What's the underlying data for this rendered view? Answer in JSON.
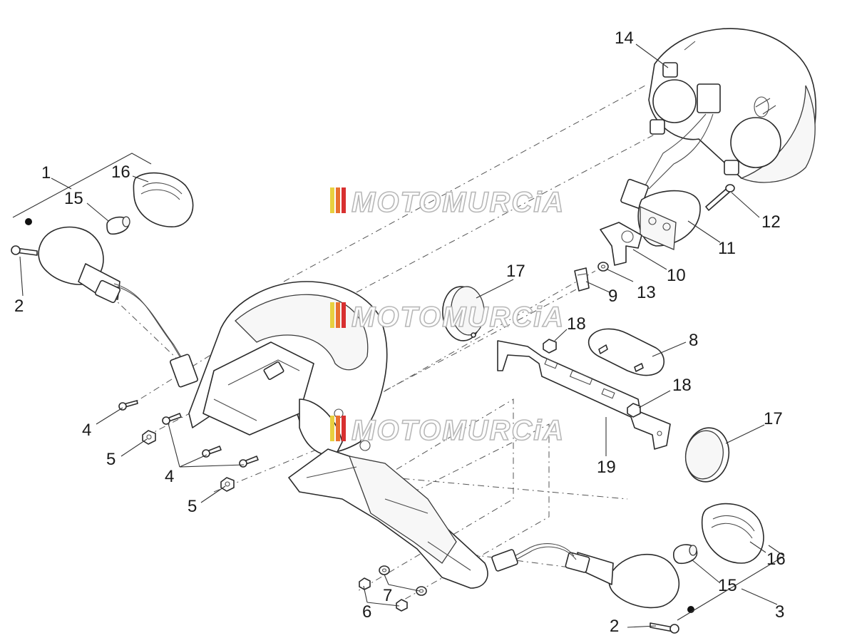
{
  "watermark": {
    "text": "MOTOMURCiA",
    "stripe_colors": [
      "#e8d040",
      "#e87030",
      "#d83030"
    ]
  },
  "callouts": [
    {
      "id": "1",
      "label": "1"
    },
    {
      "id": "2a",
      "label": "2"
    },
    {
      "id": "2b",
      "label": "2"
    },
    {
      "id": "3",
      "label": "3"
    },
    {
      "id": "4a",
      "label": "4"
    },
    {
      "id": "4b",
      "label": "4"
    },
    {
      "id": "5a",
      "label": "5"
    },
    {
      "id": "5b",
      "label": "5"
    },
    {
      "id": "6",
      "label": "6"
    },
    {
      "id": "7",
      "label": "7"
    },
    {
      "id": "8",
      "label": "8"
    },
    {
      "id": "9",
      "label": "9"
    },
    {
      "id": "10",
      "label": "10"
    },
    {
      "id": "11",
      "label": "11"
    },
    {
      "id": "12",
      "label": "12"
    },
    {
      "id": "13",
      "label": "13"
    },
    {
      "id": "14",
      "label": "14"
    },
    {
      "id": "15a",
      "label": "15"
    },
    {
      "id": "15b",
      "label": "15"
    },
    {
      "id": "16a",
      "label": "16"
    },
    {
      "id": "16b",
      "label": "16"
    },
    {
      "id": "17a",
      "label": "17"
    },
    {
      "id": "17b",
      "label": "17"
    },
    {
      "id": "18a",
      "label": "18"
    },
    {
      "id": "18b",
      "label": "18"
    },
    {
      "id": "19",
      "label": "19"
    }
  ]
}
